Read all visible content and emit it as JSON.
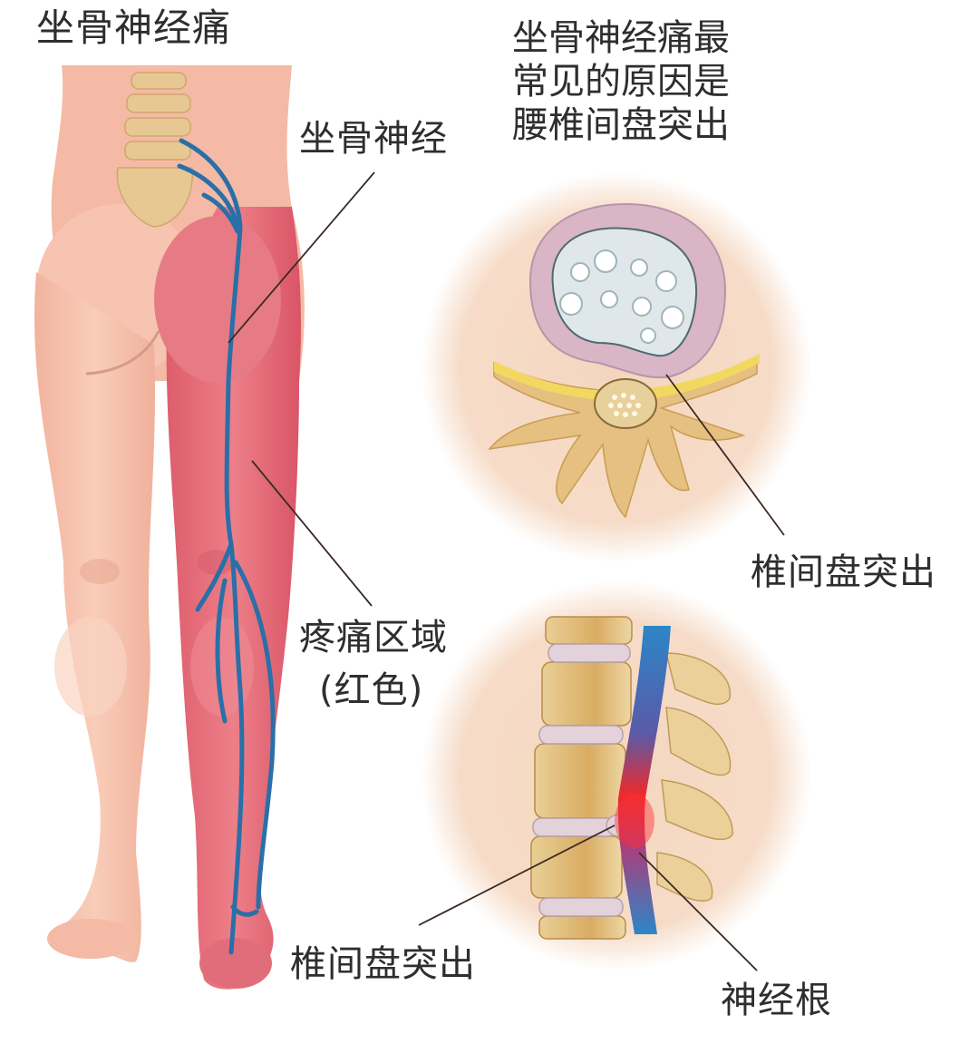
{
  "title": "坐骨神经痛",
  "caption": {
    "lines": [
      "坐骨神经痛最",
      "常见的原因是",
      "腰椎间盘突出"
    ]
  },
  "labels": {
    "sciatic_nerve": "坐骨神经",
    "pain_area_line1": "疼痛区域",
    "pain_area_line2": "(红色)",
    "herniation_top": "椎间盘突出",
    "herniation_bottom": "椎间盘突出",
    "nerve_root": "神经根"
  },
  "colors": {
    "skin": "#f6c3ae",
    "pain_red": "#e5707c",
    "nerve_blue": "#2a78b0",
    "bone": "#e8c98a",
    "disc": "#d9c3cf",
    "circle_bg": "#f5dcc6"
  }
}
